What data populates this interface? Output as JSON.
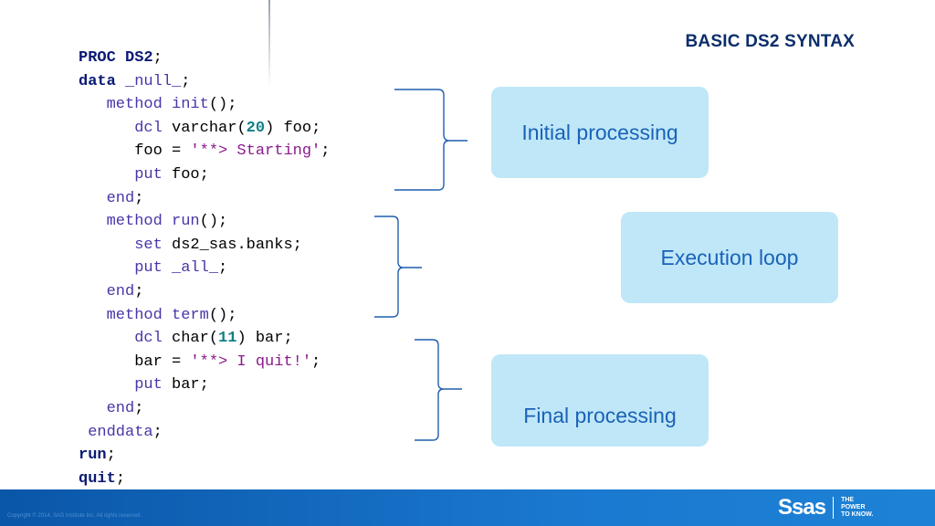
{
  "slide": {
    "title": "BASIC DS2 SYNTAX"
  },
  "code": {
    "l1": {
      "a": "PROC DS2",
      "b": ";"
    },
    "l2": {
      "a": "data",
      "b": " ",
      "c": "_null_",
      "d": ";"
    },
    "l3": {
      "a": "   ",
      "b": "method",
      "c": " ",
      "d": "init",
      "e": "();"
    },
    "l4": {
      "a": "      ",
      "b": "dcl",
      "c": " varchar(",
      "d": "20",
      "e": ") foo;"
    },
    "l5": {
      "a": "      foo = ",
      "b": "'**> Starting'",
      "c": ";"
    },
    "l6": {
      "a": "      ",
      "b": "put",
      "c": " foo;"
    },
    "l7": {
      "a": "   ",
      "b": "end",
      "c": ";"
    },
    "l8": {
      "a": "   ",
      "b": "method",
      "c": " ",
      "d": "run",
      "e": "();"
    },
    "l9": {
      "a": "      ",
      "b": "set",
      "c": " ds2_sas.banks;"
    },
    "l10": {
      "a": "      ",
      "b": "put",
      "c": " ",
      "d": "_all_",
      "e": ";"
    },
    "l11": {
      "a": "   ",
      "b": "end",
      "c": ";"
    },
    "l12": {
      "a": "   ",
      "b": "method",
      "c": " ",
      "d": "term",
      "e": "();"
    },
    "l13": {
      "a": "      ",
      "b": "dcl",
      "c": " char(",
      "d": "11",
      "e": ") bar;"
    },
    "l14": {
      "a": "      bar = ",
      "b": "'**> I quit!'",
      "c": ";"
    },
    "l15": {
      "a": "      ",
      "b": "put",
      "c": " bar;"
    },
    "l16": {
      "a": "   ",
      "b": "end",
      "c": ";"
    },
    "l17": {
      "a": " ",
      "b": "enddata",
      "c": ";"
    },
    "l18": {
      "a": "run",
      "b": ";"
    },
    "l19": {
      "a": "quit",
      "b": ";"
    }
  },
  "callouts": {
    "initial": "Initial processing",
    "execution": "Execution loop",
    "final": "Final processing"
  },
  "footer": {
    "copyright": "Copyright © 2014, SAS Institute Inc. All rights reserved.",
    "logo": "Ssas",
    "tagline_1": "THE",
    "tagline_2": "POWER",
    "tagline_3": "TO KNOW."
  },
  "colors": {
    "title": "#0b2d6b",
    "callout_bg": "#bfe7f8",
    "callout_text": "#1a62b8",
    "footer": "#1a78cf",
    "bracket": "#1f5fae"
  }
}
